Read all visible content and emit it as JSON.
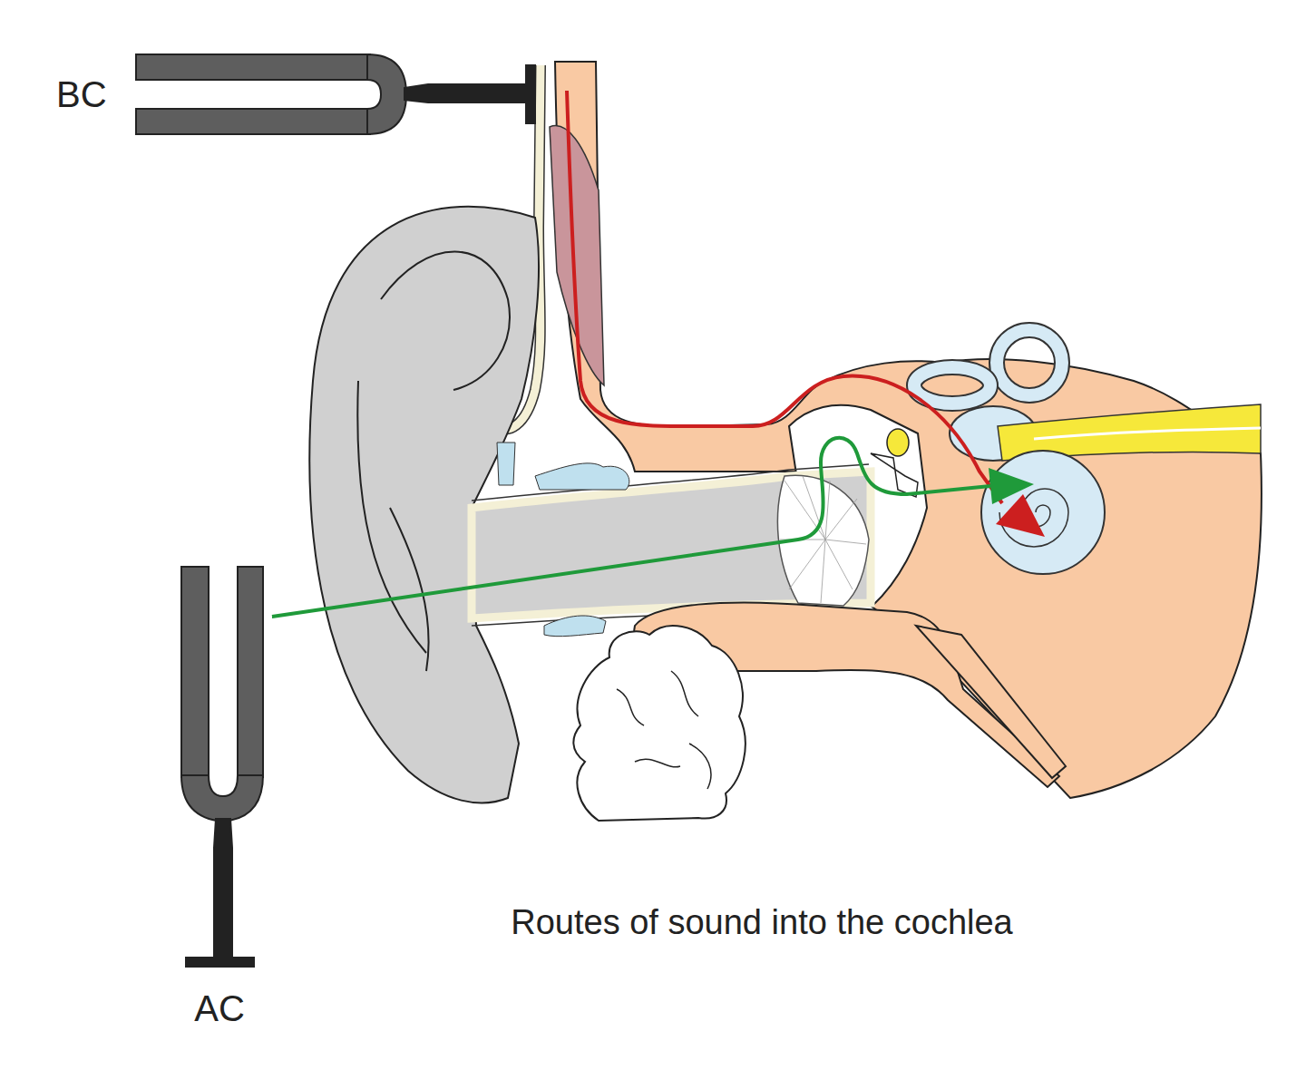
{
  "diagram": {
    "caption": "Routes of sound into the cochlea",
    "labels": [
      "BC",
      "AC"
    ]
  }
}
